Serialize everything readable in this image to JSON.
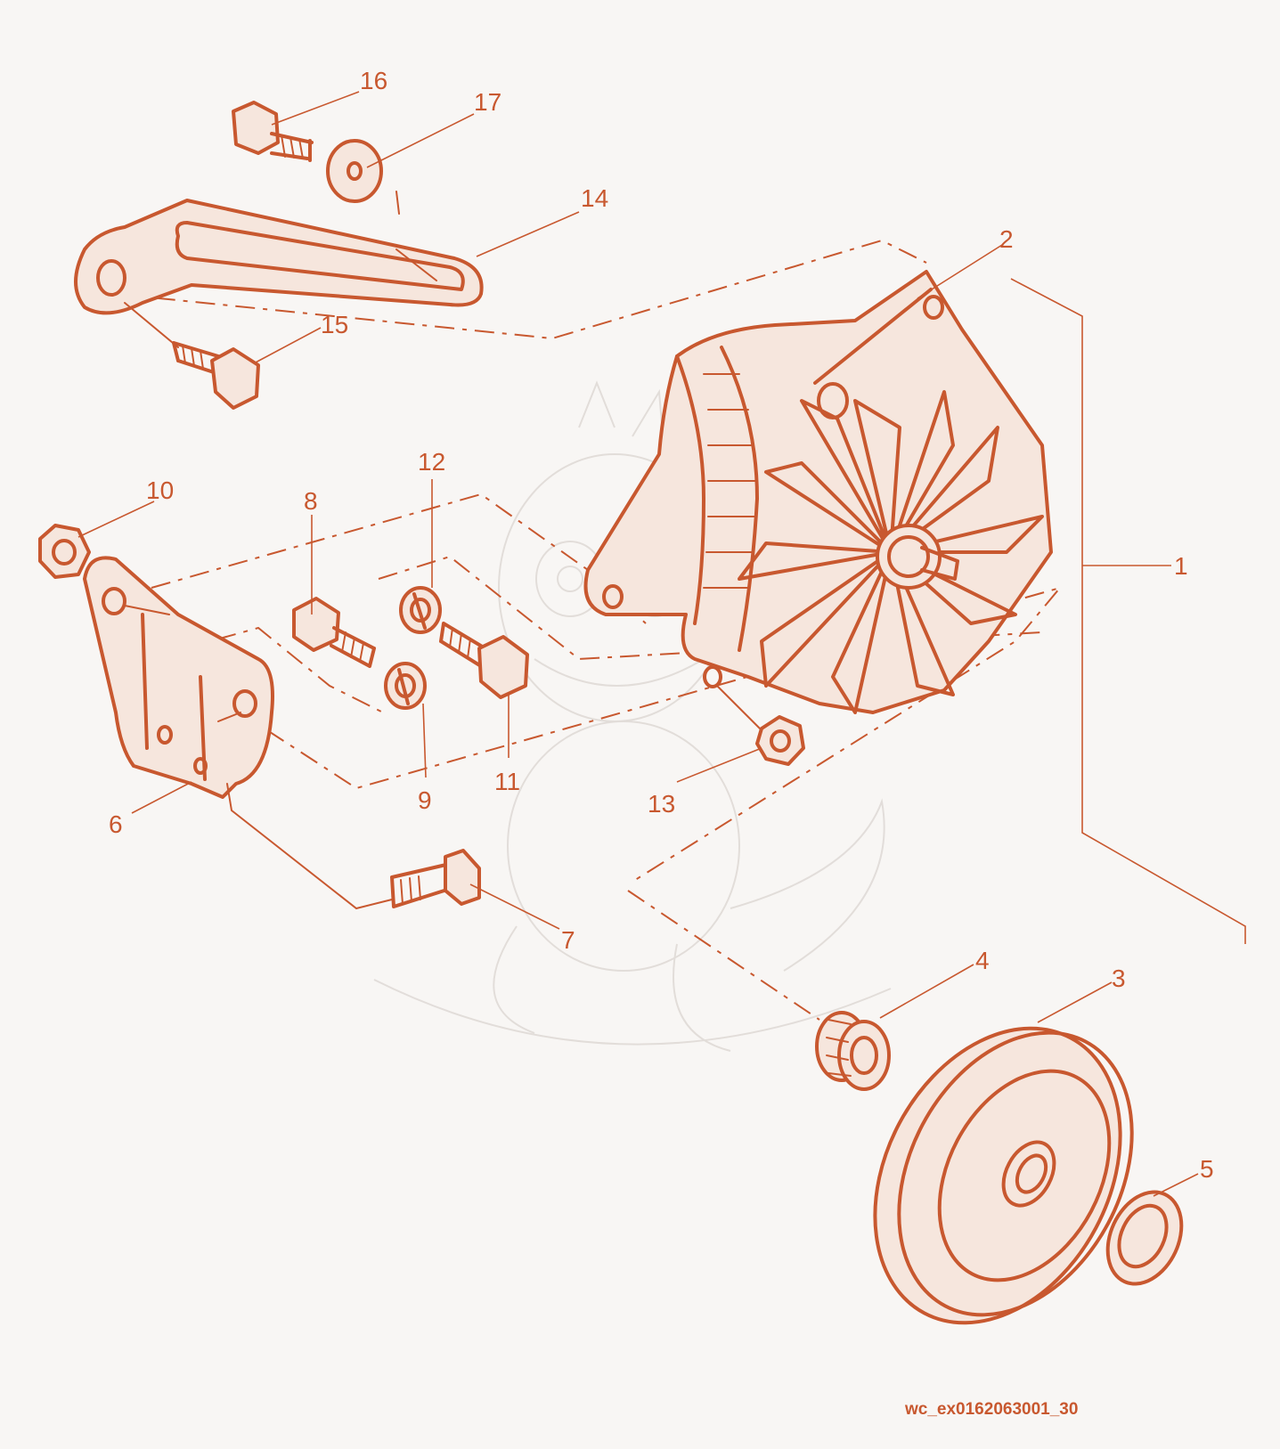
{
  "diagram": {
    "reference_code": "wc_ex0162063001_30",
    "callouts": [
      {
        "id": "1",
        "label": "1"
      },
      {
        "id": "2",
        "label": "2"
      },
      {
        "id": "3",
        "label": "3"
      },
      {
        "id": "4",
        "label": "4"
      },
      {
        "id": "5",
        "label": "5"
      },
      {
        "id": "6",
        "label": "6"
      },
      {
        "id": "7",
        "label": "7"
      },
      {
        "id": "8",
        "label": "8"
      },
      {
        "id": "9",
        "label": "9"
      },
      {
        "id": "10",
        "label": "10"
      },
      {
        "id": "11",
        "label": "11"
      },
      {
        "id": "12",
        "label": "12"
      },
      {
        "id": "13",
        "label": "13"
      },
      {
        "id": "14",
        "label": "14"
      },
      {
        "id": "15",
        "label": "15"
      },
      {
        "id": "16",
        "label": "16"
      },
      {
        "id": "17",
        "label": "17"
      }
    ]
  },
  "colors": {
    "line": "#c8582f",
    "background": "#f8f6f4",
    "watermark": "#d9d3cf"
  }
}
